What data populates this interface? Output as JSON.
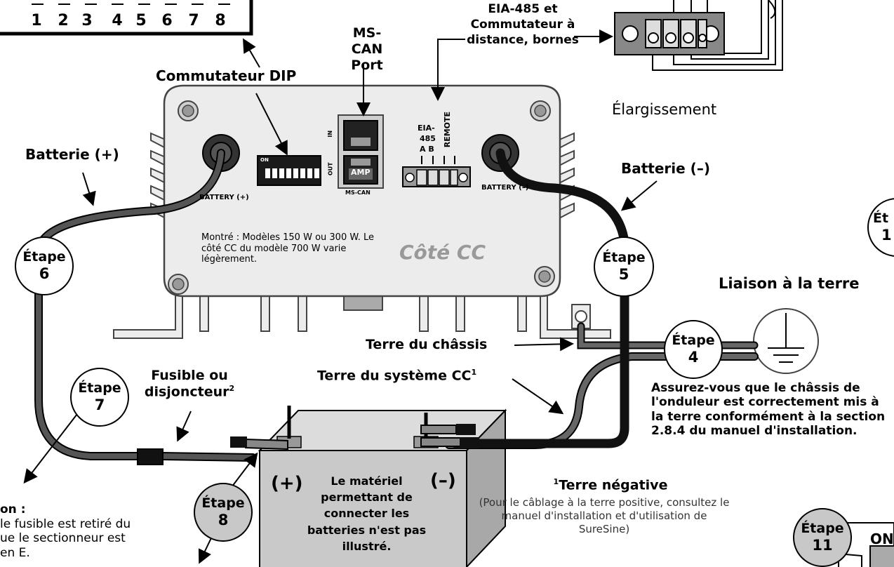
{
  "dip_numbers": [
    "1",
    "2",
    "3",
    "4",
    "5",
    "6",
    "7",
    "8"
  ],
  "labels": {
    "eia485_terminals": "EIA-485 et Commutateur à distance, bornes",
    "mscan_port": "MS-CAN Port",
    "dip_switch": "Commutateur DIP",
    "enlargement": "Élargissement",
    "battery_pos": "Batterie (+)",
    "battery_neg": "Batterie (–)",
    "ground_bond": "Liaison à la terre",
    "chassis_ground": "Terre du châssis",
    "dc_system_ground": "Terre du système CC",
    "dc_system_ground_sup": "1",
    "fuse": "Fusible ou disjoncteur",
    "fuse_sup": "2",
    "ground_note": "Assurez-vous que le châssis de l'onduleur est correctement mis à la terre conformément à la section 2.8.4 du manuel d'installation.",
    "neg_ground_sup": "1",
    "neg_ground_title": "Terre négative",
    "neg_ground_note": "(Pour le câblage à la terre positive, consultez le manuel d'installation et d'utilisation de SureSine)",
    "caution_title": "on :",
    "caution_text": "le fusible est retiré du ue le sectionneur est en E.",
    "battery_plus": "(+)",
    "battery_minus": "(–)",
    "battery_note": "Le matériel permettant de connecter les batteries n'est pas illustré.",
    "on_label": "ON"
  },
  "unit": {
    "side_label": "Côté CC",
    "models_note": "Montré : Modèles 150 W ou 300 W. Le côté CC du modèle 700 W varie légèrement.",
    "battery_pos_port": "BATTERY (+)",
    "battery_neg_port": "BATTERY (–)",
    "in": "IN",
    "out": "OUT",
    "amp": "AMP",
    "mscan": "MS-CAN",
    "dip_on": "ON",
    "eia": "EIA-",
    "eia2": "485",
    "ab": "A B",
    "remote": "REMOTE"
  },
  "steps": [
    {
      "word": "Étape",
      "num": "6"
    },
    {
      "word": "Étape",
      "num": "5"
    },
    {
      "word": "Étape",
      "num": "4"
    },
    {
      "word": "Étape",
      "num": "7"
    },
    {
      "word": "Étape",
      "num": "8"
    },
    {
      "word": "Étape",
      "num": "11"
    },
    {
      "word": "Ét",
      "num": "1"
    }
  ],
  "colors": {
    "housing": "#ececec",
    "cable_black": "#111111",
    "cable_grey": "#555555",
    "battery": "#c9c9c9",
    "step_grey": "#c8c8c8",
    "accent_text": "#999999"
  }
}
